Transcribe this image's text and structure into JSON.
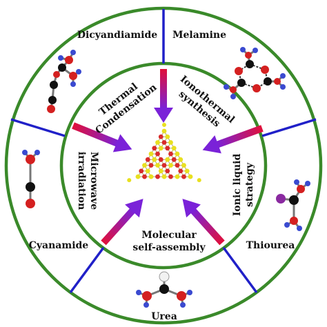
{
  "diagram": {
    "precursors": {
      "dicyandiamide": "Dicyandiamide",
      "melamine": "Melamine",
      "cyanamide": "Cyanamide",
      "thiourea": "Thiourea",
      "urea": "Urea"
    },
    "methods": {
      "thermal_line1": "Thermal",
      "thermal_line2": "Condensation",
      "iono_line1": "Ionothermal",
      "iono_line2": "synthesis",
      "micro_line1": "Microwave",
      "micro_line2": "irradiation",
      "ionic_line1": "Ionic liquid",
      "ionic_line2": "strategy",
      "molecular_line1": "Molecular",
      "molecular_line2": "self-assembly"
    }
  },
  "colors": {
    "ring": "#3a8a2a",
    "divider": "#2020c8",
    "arrow_start": "#e0103a",
    "arrow_end": "#7a22d8",
    "atom_carbon": "#111111",
    "atom_nitrogen": "#3a4ad0",
    "atom_oxygen": "#d42020",
    "atom_sulfur": "#8a2aa0",
    "atom_hydrogen": "#f2f2f2",
    "network_node_a": "#e8e020",
    "network_node_b": "#d82a2a"
  },
  "icons": {
    "dicyandiamide_molecule": "dicyandiamide-molecule-icon",
    "melamine_molecule": "melamine-molecule-icon",
    "cyanamide_molecule": "cyanamide-molecule-icon",
    "thiourea_molecule": "thiourea-molecule-icon",
    "urea_molecule": "urea-molecule-icon",
    "carbon_nitride_network": "carbon-nitride-network-icon"
  }
}
